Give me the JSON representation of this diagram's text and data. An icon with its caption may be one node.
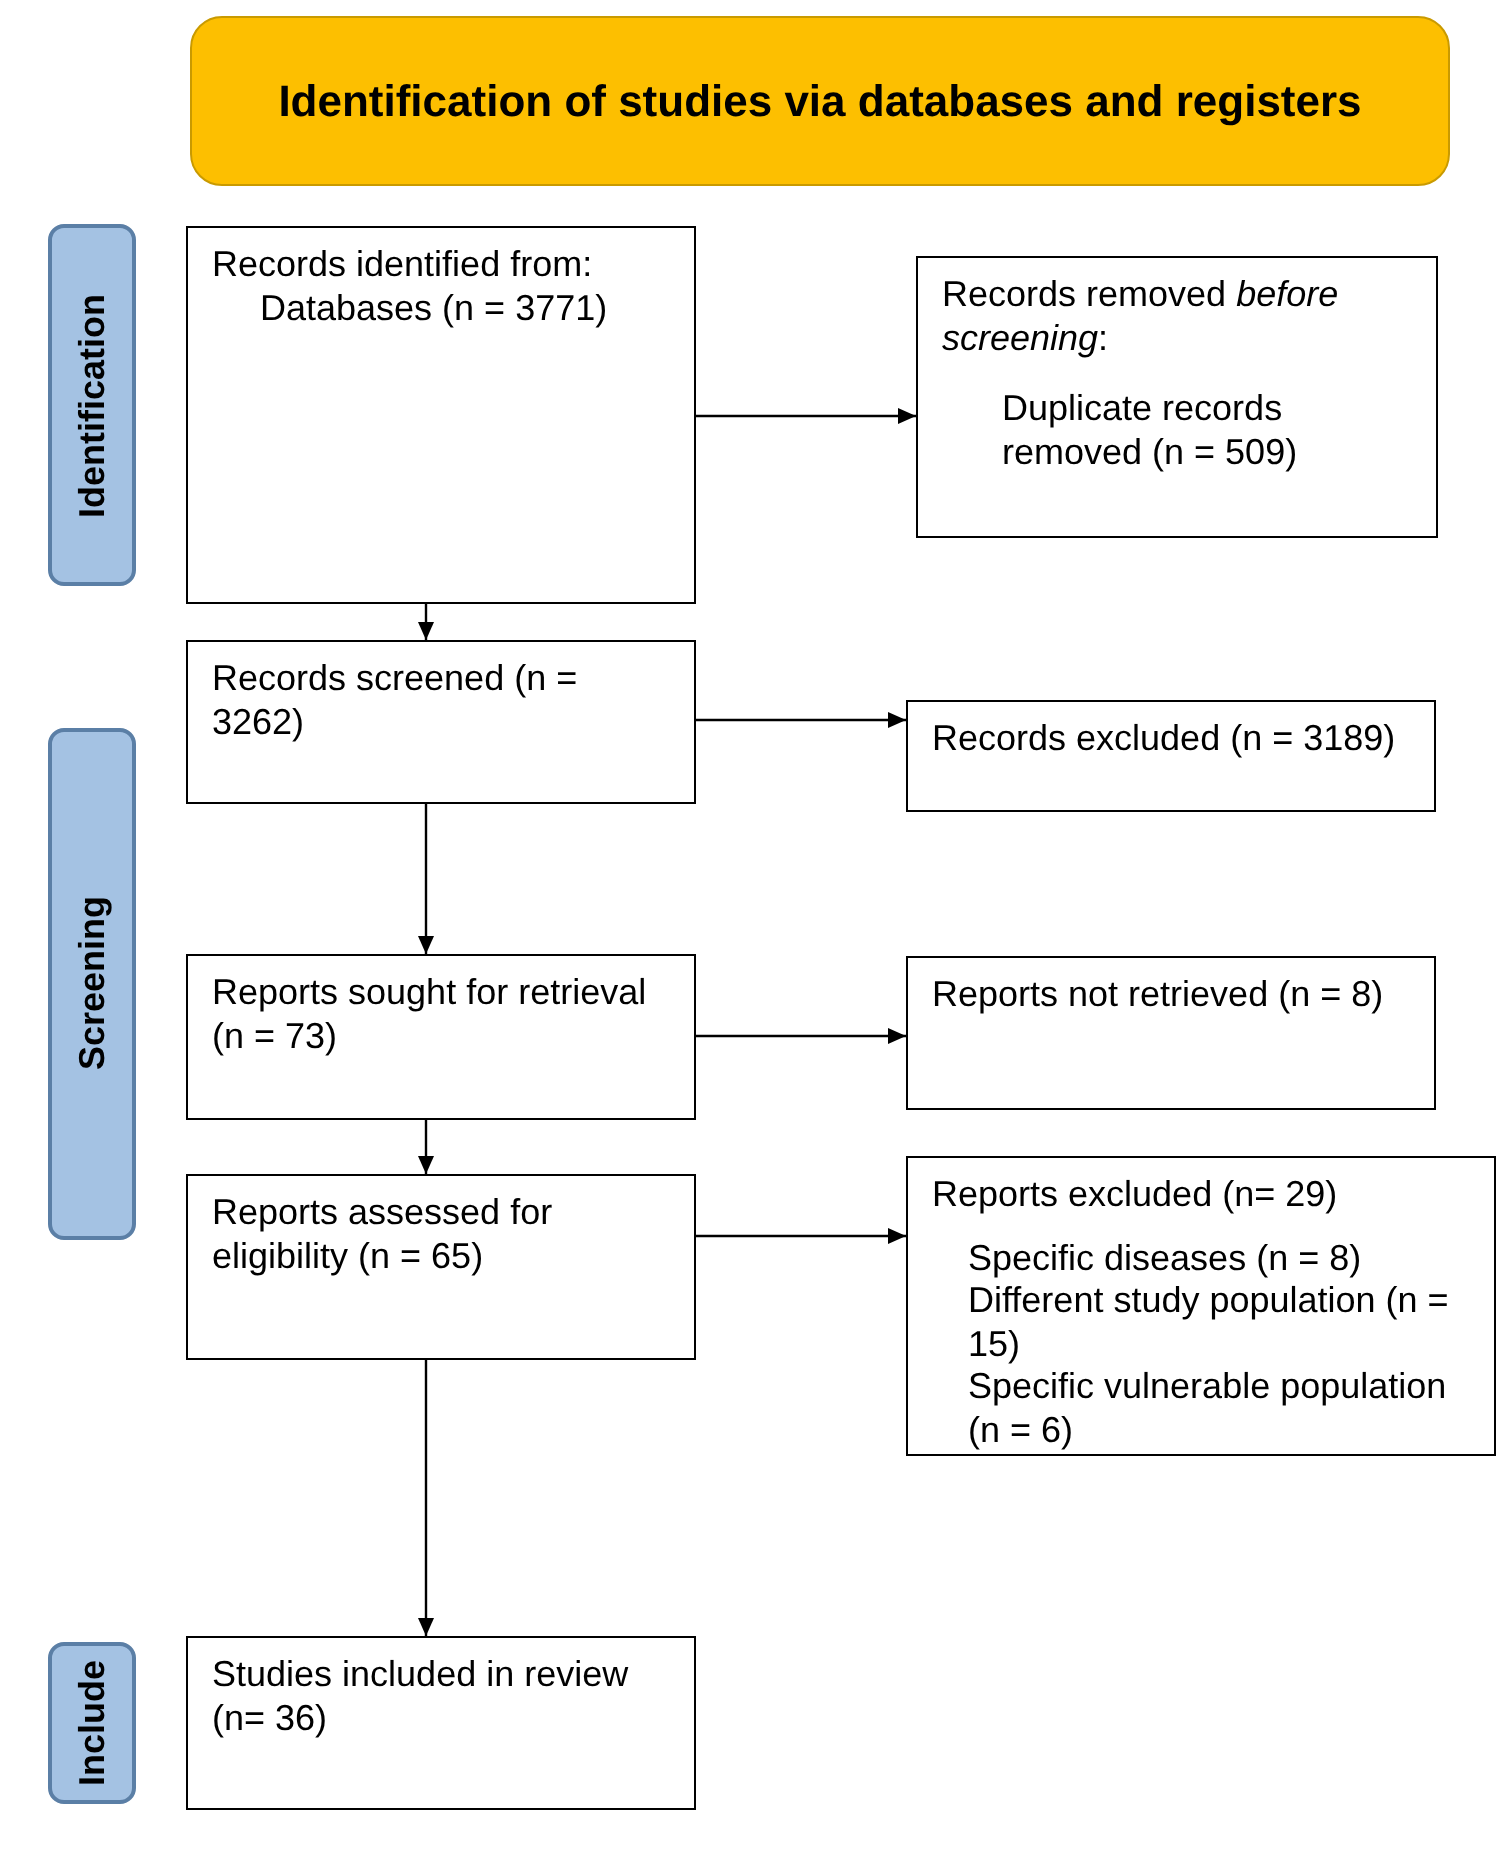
{
  "diagram": {
    "nodes": [
      {
        "text": [
          "Identification of studies via databases and registers"
        ]
      },
      {
        "text": [
          "Identification"
        ]
      },
      {
        "text": [
          "Records identified from:",
          "Databases (n = 3771)"
        ]
      },
      {
        "text": [
          "Records removed *before screening*:",
          "Duplicate records removed (n = 509)"
        ]
      },
      {
        "text": [
          "Screening"
        ]
      },
      {
        "text": [
          "Records screened (n = 3262)"
        ]
      },
      {
        "text": [
          "Records excluded (n = 3189)"
        ]
      },
      {
        "text": [
          "Reports sought for retrieval (n = 73)"
        ]
      },
      {
        "text": [
          "Reports not retrieved (n = 8)"
        ]
      },
      {
        "text": [
          "Reports assessed for eligibility (n = 65)"
        ]
      },
      {
        "text": [
          "Reports excluded (n= 29)",
          "Specific diseases (n = 8)",
          "Different study population (n = 15)",
          "Specific vulnerable population (n = 6)"
        ]
      },
      {
        "text": [
          "Include"
        ]
      },
      {
        "text": [
          "Studies included in review (n= 36)"
        ]
      }
    ],
    "edges": [
      {
        "from": 2,
        "to": 3,
        "arrow": "to"
      },
      {
        "from": 2,
        "to": 5,
        "arrow": "to"
      },
      {
        "from": 5,
        "to": 6,
        "arrow": "to"
      },
      {
        "from": 5,
        "to": 7,
        "arrow": "to"
      },
      {
        "from": 7,
        "to": 8,
        "arrow": "to"
      },
      {
        "from": 7,
        "to": 9,
        "arrow": "to"
      },
      {
        "from": 9,
        "to": 10,
        "arrow": "to"
      },
      {
        "from": 9,
        "to": 12,
        "arrow": "to"
      }
    ]
  }
}
